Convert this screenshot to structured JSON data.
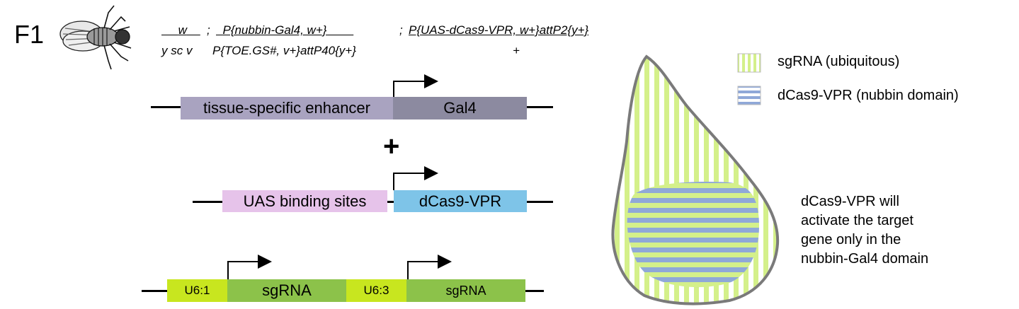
{
  "generation_label": "F1",
  "genotype": {
    "chr1_top": "w",
    "chr1_sep": ";",
    "chr1_bottom": "y sc v",
    "chr2_top": "P{nubbin-Gal4, w+}",
    "chr2_sep": ";",
    "chr2_bottom": "P{TOE.GS#, v+}attP40{y+}",
    "chr3_top": "P{UAS-dCas9-VPR, w+}attP2{y+}",
    "chr3_bottom": "+"
  },
  "constructs": {
    "gal4": {
      "enhancer": "tissue-specific enhancer",
      "gene": "Gal4"
    },
    "plus": "+",
    "uas": {
      "sites": "UAS binding sites",
      "gene": "dCas9-VPR"
    },
    "sgrna": {
      "promoter1": "U6:1",
      "guide1": "sgRNA",
      "promoter2": "U6:3",
      "guide2": "sgRNA"
    }
  },
  "legend": [
    {
      "label": "sgRNA (ubiquitous)",
      "pattern": "vertical-stripes",
      "color": "#d4f08a"
    },
    {
      "label": "dCas9-VPR (nubbin domain)",
      "pattern": "horizontal-stripes",
      "color": "#8fa8d8"
    }
  ],
  "note": [
    "dCas9-VPR will",
    "activate the target",
    "gene only in the",
    "nubbin-Gal4 domain"
  ],
  "colors": {
    "enhancer": "#a9a3c0",
    "gal4": "#8c8aa0",
    "uas": "#e6c3ea",
    "dcas9": "#7ec4e8",
    "u6": "#c8e61f",
    "sgrna": "#8cc24a",
    "wing_outline": "#7a7a7a"
  }
}
